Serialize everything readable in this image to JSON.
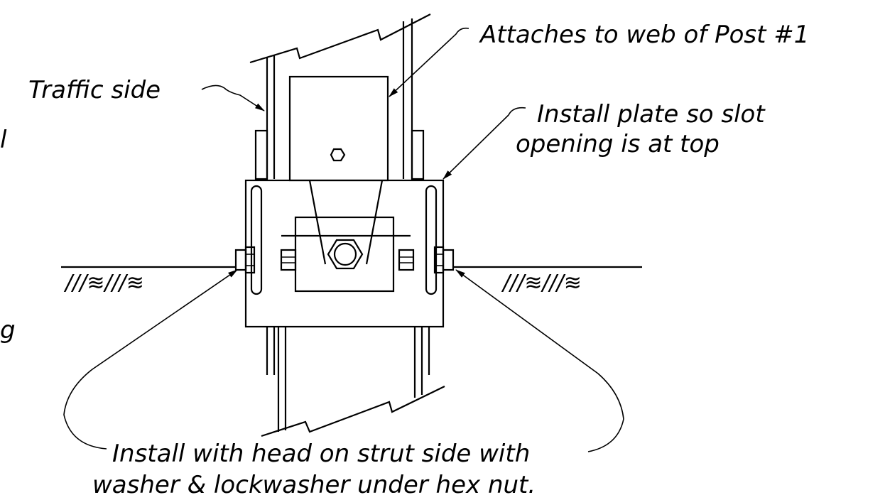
{
  "labels": {
    "attaches": "Attaches to web of Post #1",
    "traffic_side": "Traffic side",
    "install_plate_line1": "Install plate so slot",
    "install_plate_line2": "opening is at top",
    "install_head_line1": "Install with head on strut side with",
    "install_head_line2": "washer & lockwasher under hex nut.",
    "partial_left_1": "l",
    "partial_left_2": "g"
  },
  "ground_symbol": "///≋///≋"
}
